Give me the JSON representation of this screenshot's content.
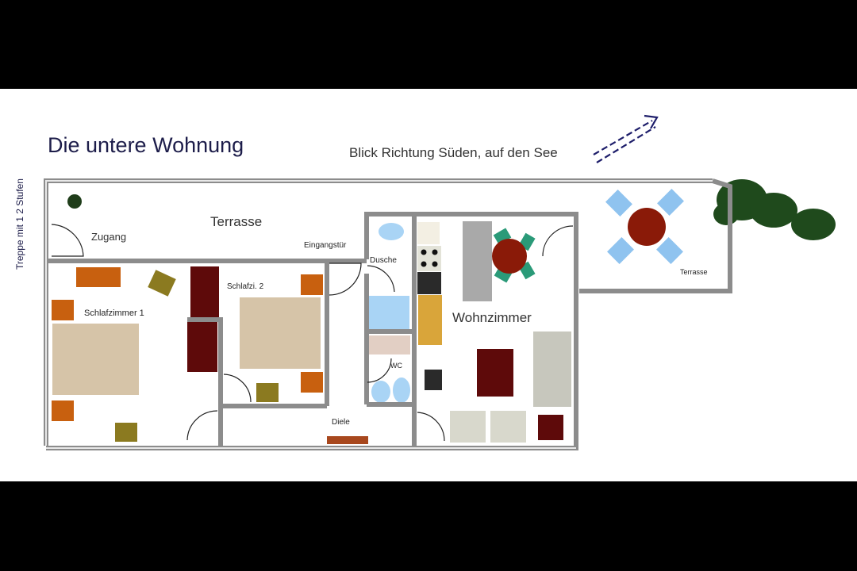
{
  "title": "Die untere Wohnung",
  "view_direction": "Blick Richtung Süden, auf den See",
  "stairs_note": "Treppe mit 1 2 Stufen",
  "rooms": {
    "terrace_top": "Terrasse",
    "access": "Zugang",
    "entrance_door": "Eingangstür",
    "shower": "Dusche",
    "bedroom1": "Schlafzimmer 1",
    "bedroom2": "Schlafzi. 2",
    "wc": "WC",
    "hall": "Diele",
    "living": "Wohnzimmer",
    "terrace_right": "Terrasse"
  },
  "colors": {
    "title": "#1d1d4a",
    "wall": "#8c8c8c",
    "bed": "#d6c4a8",
    "orange": "#c8600f",
    "olive": "#8b7a20",
    "maroon": "#5e0a0a",
    "table": "#8a1a08",
    "chair_blue": "#8fc3ef",
    "chair_green": "#2a9a78"
  }
}
